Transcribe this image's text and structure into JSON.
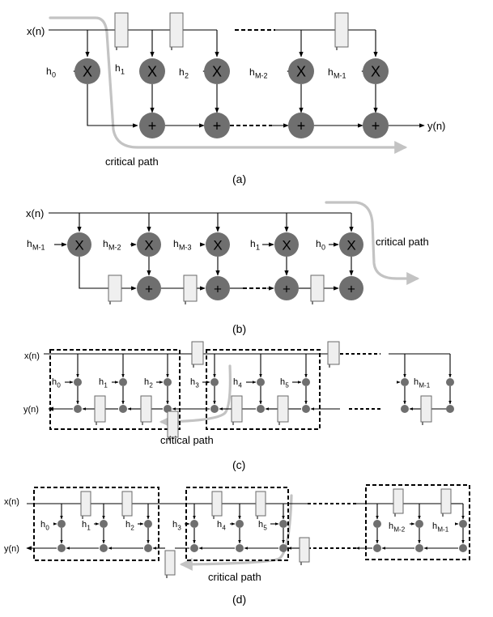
{
  "labels": {
    "x": "x(n)",
    "y": "y(n)",
    "mult": "X",
    "add": "+",
    "critical": "critical path",
    "h": "h",
    "sub_0": "0",
    "sub_1": "1",
    "sub_2": "2",
    "sub_3": "3",
    "sub_4": "4",
    "sub_5": "5",
    "sub_M2": "M-2",
    "sub_M1": "M-1",
    "sub_M3": "M-3"
  },
  "captions": {
    "a": "(a)",
    "b": "(b)",
    "c": "(c)",
    "d": "(d)"
  },
  "colors": {
    "node": "#6f6f6f",
    "register": "#efefef",
    "path": "#c3c3c3",
    "line": "#000000"
  }
}
